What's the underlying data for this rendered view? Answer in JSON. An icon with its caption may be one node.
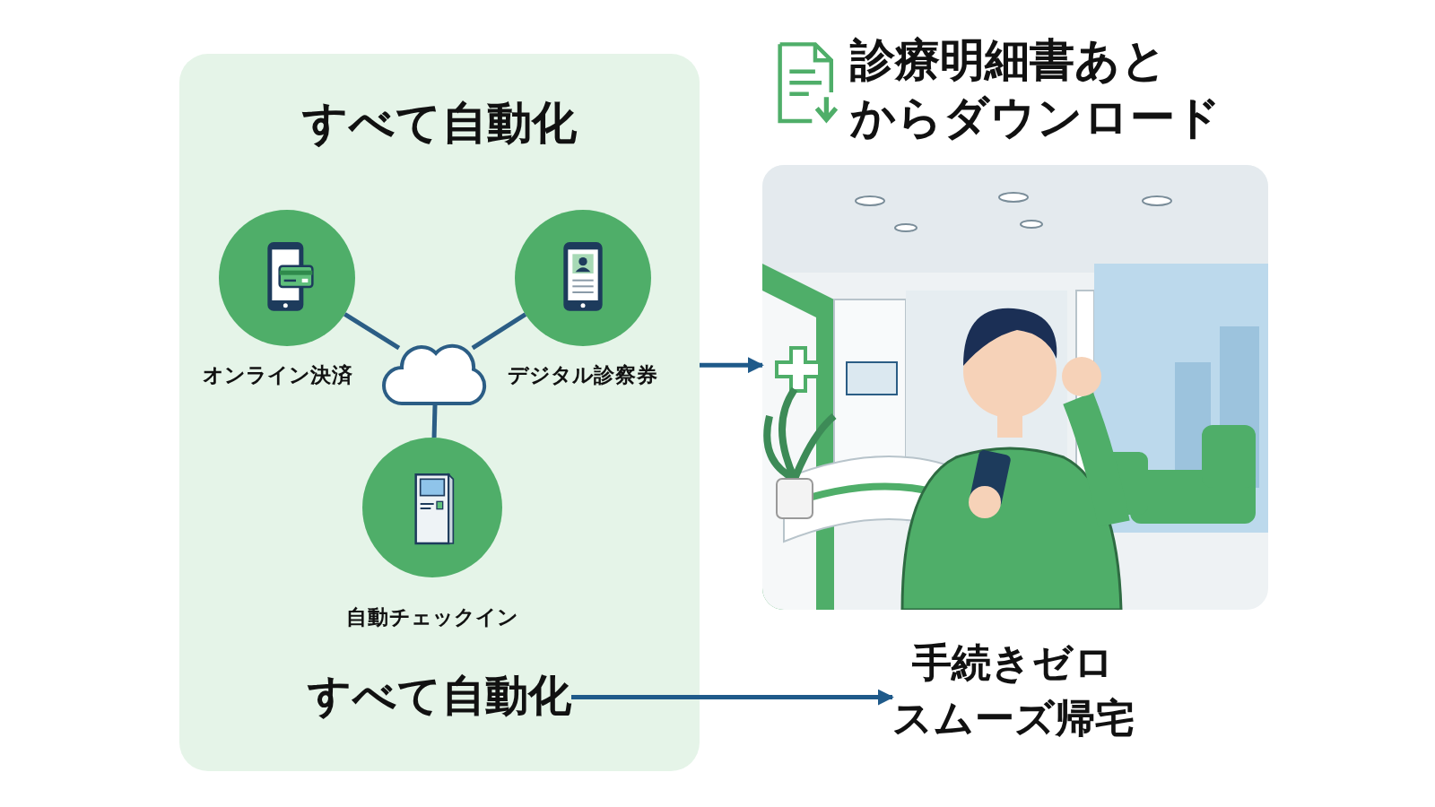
{
  "diagram": {
    "nodes": [
      {
        "text": [
          "すべて自動化"
        ]
      },
      {
        "text": [],
        "shape": "circle",
        "in": 0,
        "beside": [
          "オンライン決済"
        ]
      },
      {
        "text": [],
        "shape": "circle",
        "in": 0,
        "beside": [
          "デジタル診察券"
        ]
      },
      {
        "text": [],
        "shape": "cloud",
        "in": 0
      },
      {
        "text": [],
        "shape": "circle",
        "in": 0,
        "beside": [
          "自動チェックイン"
        ]
      },
      {
        "text": [
          "すべて自動化"
        ],
        "in": 0
      },
      {
        "text": [],
        "shape": "picture",
        "beside": [
          "診療明細書あと",
          "からダウンロード"
        ]
      },
      {
        "text": [
          "手続きゼロ",
          "スムーズ帰宅"
        ]
      }
    ],
    "edges": [
      {
        "from": 3,
        "to": 1,
        "arrow": "none"
      },
      {
        "from": 3,
        "to": 2,
        "arrow": "none"
      },
      {
        "from": 3,
        "to": 4,
        "arrow": "none"
      },
      {
        "from": 0,
        "to": 6,
        "arrow": "to"
      },
      {
        "from": 5,
        "to": 7,
        "arrow": "to"
      }
    ]
  }
}
